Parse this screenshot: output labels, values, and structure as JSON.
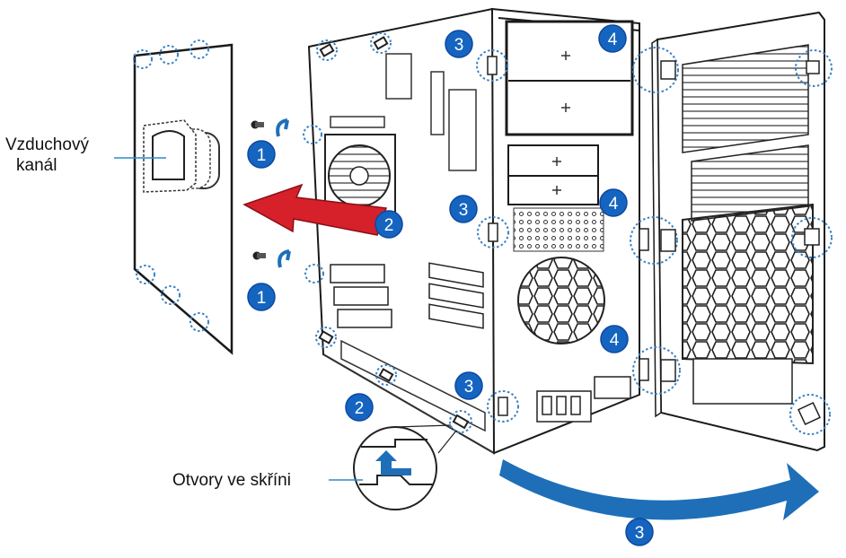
{
  "labels": {
    "air_duct_line1": "Vzduchový",
    "air_duct_line2": "kanál",
    "case_holes": "Otvory ve skříni"
  },
  "steps": [
    "1",
    "1",
    "2",
    "2",
    "3",
    "3",
    "3",
    "3",
    "4",
    "4",
    "4"
  ],
  "colors": {
    "step_badge": "#1565c0",
    "badge_ring": "#0d47a1",
    "dotted_circle": "#3b82c4",
    "arrow_red": "#d6202a",
    "arrow_blue": "#1e6fb8",
    "line": "#1a1a1a",
    "callout_line": "#2a8bc9"
  },
  "icons": {
    "screw": "screw-icon",
    "rotate": "rotate-arrow-icon",
    "up_arrow": "up-arrow-icon"
  }
}
